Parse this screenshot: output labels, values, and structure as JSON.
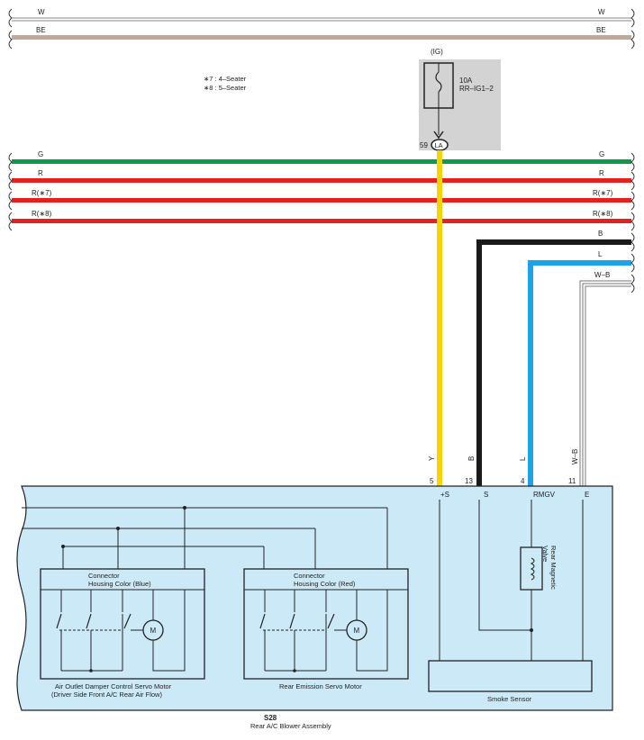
{
  "notes": {
    "n7": "∗7 : 4–Seater",
    "n8": "∗8 : 5–Seater"
  },
  "top_wires": {
    "w_left": "W",
    "w_right": "W",
    "be_left": "BE",
    "be_right": "BE"
  },
  "fuse": {
    "ig": "(IG)",
    "rating": "10A",
    "name": "RR–IG1–2",
    "pin": "59",
    "connector": "LA"
  },
  "bus_wires": {
    "g_left": "G",
    "g_right": "G",
    "r_left": "R",
    "r_right": "R",
    "r7_left": "R(∗7)",
    "r7_right": "R(∗7)",
    "r8_left": "R(∗8)",
    "r8_right": "R(∗8)"
  },
  "right_wires": {
    "b": "B",
    "l": "L",
    "wb": "W–B"
  },
  "vertical_wires": {
    "y": "Y",
    "b": "B",
    "l": "L",
    "wb": "W–B"
  },
  "pins": {
    "p5": "5",
    "p13": "13",
    "p4": "4",
    "p11": "11",
    "s_plus": "+S",
    "s": "S",
    "rmgv": "RMGV",
    "e": "E"
  },
  "motor1": {
    "conn1": "Connector",
    "conn2": "Housing Color (Blue)",
    "motor": "M",
    "label1": "Air Outlet Damper Control Servo Motor",
    "label2": "(Driver Side Front A/C Rear Air Flow)"
  },
  "motor2": {
    "conn1": "Connector",
    "conn2": "Housing Color (Red)",
    "motor": "M",
    "label1": "Rear Emission Servo Motor"
  },
  "valve": {
    "label1": "Rear Magnetic",
    "label2": "Valve"
  },
  "smoke": {
    "label": "Smoke Sensor"
  },
  "assembly": {
    "code": "S28",
    "name": "Rear A/C Blower Assembly"
  },
  "colors": {
    "green": "#0f9a4a",
    "red": "#e52120",
    "yellow": "#f7d500",
    "black": "#1a1a1a",
    "blue": "#1aa3e8",
    "tan": "#c3a89a",
    "box_fill": "#cce9f7",
    "fuse_fill": "#d3d3d3"
  }
}
